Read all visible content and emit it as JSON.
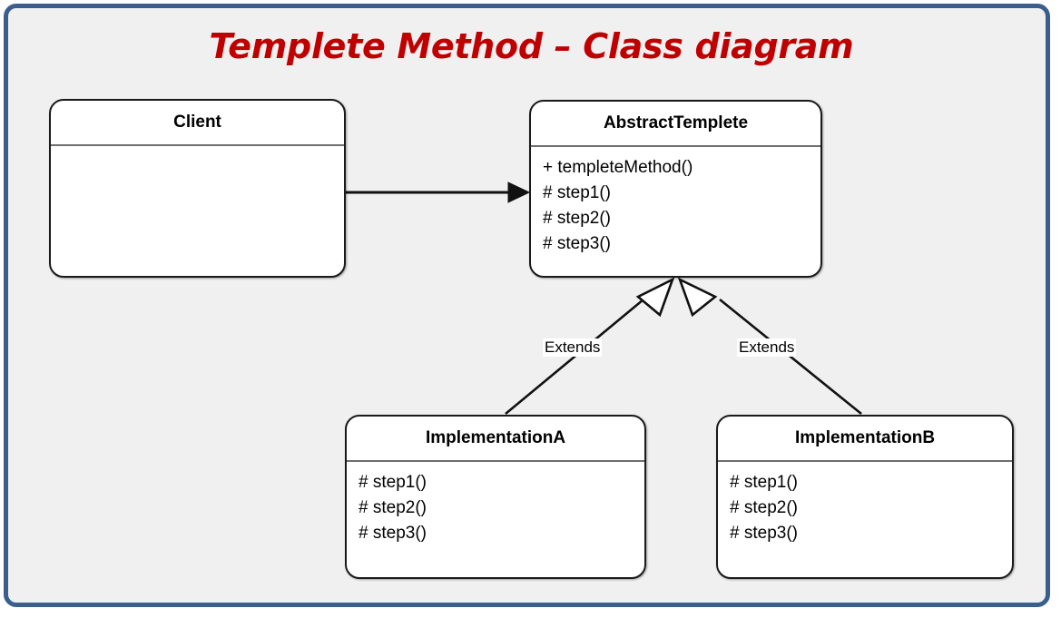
{
  "slide": {
    "title": "Templete Method – Class diagram",
    "title_color": "#C00000",
    "frame_border_color": "#3A5F8D",
    "background_color": "#F0F0F0"
  },
  "diagram": {
    "type": "uml-class-diagram",
    "classes": [
      {
        "id": "client",
        "name": "Client",
        "members": []
      },
      {
        "id": "abstracttemplete",
        "name": "AbstractTemplete",
        "members": [
          "+ templeteMethod()",
          "# step1()",
          "# step2()",
          "# step3()"
        ]
      },
      {
        "id": "implementationa",
        "name": "ImplementationA",
        "members": [
          "# step1()",
          "# step2()",
          "# step3()"
        ]
      },
      {
        "id": "implementationb",
        "name": "ImplementationB",
        "members": [
          "# step1()",
          "# step2()",
          "# step3()"
        ]
      }
    ],
    "relations": [
      {
        "id": "client-to-abstracttemplete",
        "from": "client",
        "to": "abstracttemplete",
        "kind": "association",
        "arrow": "solid-filled-triangle",
        "label": ""
      },
      {
        "id": "implementationa-extends-abstracttemplete",
        "from": "implementationa",
        "to": "abstracttemplete",
        "kind": "generalization",
        "arrow": "hollow-triangle",
        "label": "Extends"
      },
      {
        "id": "implementationb-extends-abstracttemplete",
        "from": "implementationb",
        "to": "abstracttemplete",
        "kind": "generalization",
        "arrow": "hollow-triangle",
        "label": "Extends"
      }
    ]
  }
}
